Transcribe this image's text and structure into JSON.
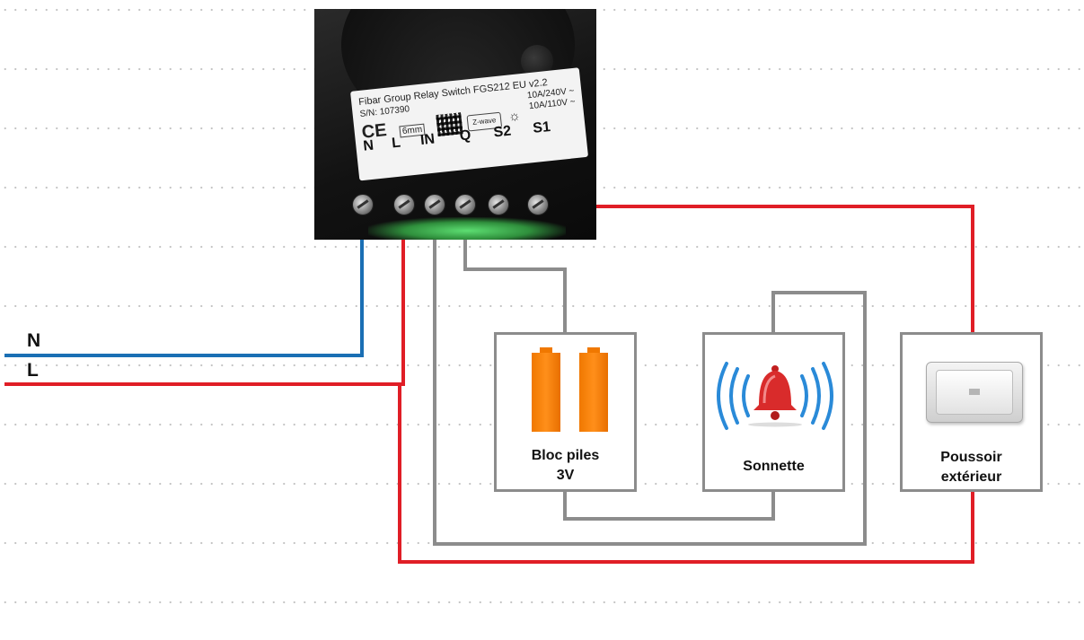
{
  "lines": {
    "neutral_label": "N",
    "live_label": "L"
  },
  "module": {
    "title": "Fibar Group Relay Switch FGS212 EU v2.2",
    "serial": "S/N: 107390",
    "rating_1": "10A/240V ~",
    "rating_2": "10A/110V ~",
    "ce_mark": "CE",
    "strip_length": "6mm",
    "zwave_logo": "Z-wave",
    "terminals": [
      "N",
      "L",
      "IN",
      "Q",
      "S2",
      "S1"
    ]
  },
  "components": {
    "battery": {
      "line1": "Bloc piles",
      "line2": "3V",
      "icon": "battery-icon"
    },
    "bell": {
      "label": "Sonnette",
      "icon": "bell-icon"
    },
    "pushbutton": {
      "line1": "Poussoir",
      "line2": "extérieur",
      "icon": "push-button-icon"
    }
  },
  "colors": {
    "neutral_wire": "#1a6fb4",
    "live_wire": "#e01e26",
    "signal_wire": "#8c8c8c",
    "battery": "#f07800",
    "bell": "#d92b2b",
    "bell_waves": "#2a8ad8"
  }
}
